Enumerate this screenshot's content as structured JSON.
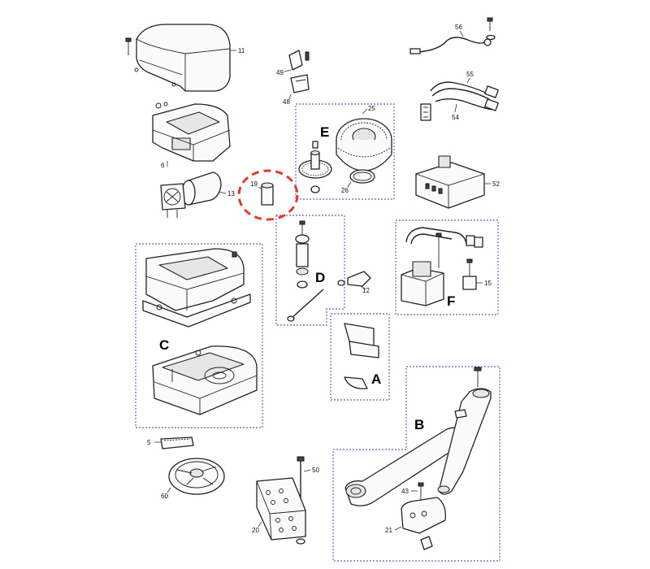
{
  "diagram": {
    "part_numbers": {
      "p11": "11",
      "p6": "6",
      "p13": "13",
      "p19": "19",
      "p49": "49",
      "p48": "48",
      "p25": "25",
      "p26": "26",
      "p56": "56",
      "p55": "55",
      "p54": "54",
      "p52": "52",
      "p12": "12",
      "p15": "15",
      "p5": "5",
      "p60": "60",
      "p50": "50",
      "p20": "20",
      "p43": "43",
      "p21": "21"
    },
    "group_labels": {
      "A": "A",
      "B": "B",
      "C": "C",
      "D": "D",
      "E": "E",
      "F": "F"
    },
    "colors": {
      "line": "#222222",
      "group_border": "#3a3aa0",
      "highlight": "#e23a2c"
    }
  }
}
